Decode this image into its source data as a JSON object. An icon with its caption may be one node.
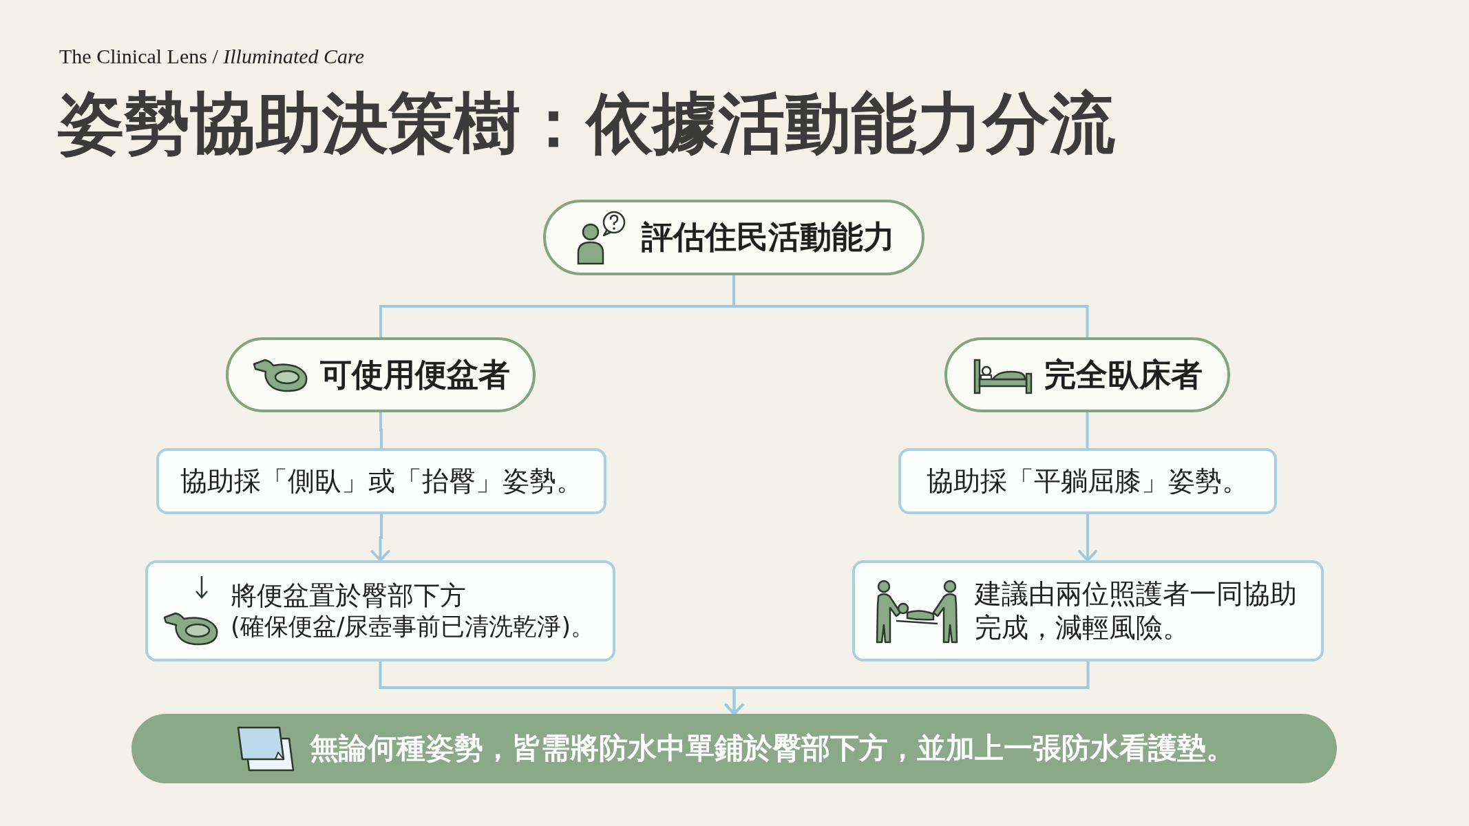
{
  "diagram": {
    "title": "姿勢協助決策樹：依據活動能力分流",
    "nodes": [
      {
        "text": [
          "評估住民活動能力"
        ]
      },
      {
        "text": [
          "可使用便盆者"
        ]
      },
      {
        "text": [
          "完全臥床者"
        ]
      },
      {
        "text": [
          "協助採「側臥」或「抬臀」姿勢。"
        ]
      },
      {
        "text": [
          "協助採「平躺屈膝」姿勢。"
        ]
      },
      {
        "text": [
          "將便盆置於臀部下方",
          "(確保便盆/尿壺事前已清洗乾淨)。"
        ]
      },
      {
        "text": [
          "建議由兩位照護者一同協助完成，減輕風險。"
        ]
      },
      {
        "text": [
          "無論何種姿勢，皆需將防水中單鋪於臀部下方，並加上一張防水看護墊。"
        ]
      }
    ],
    "edges": [
      {
        "from": 0,
        "to": 1,
        "arrow": "none"
      },
      {
        "from": 0,
        "to": 2,
        "arrow": "none"
      },
      {
        "from": 1,
        "to": 3,
        "arrow": "none"
      },
      {
        "from": 2,
        "to": 4,
        "arrow": "none"
      },
      {
        "from": 3,
        "to": 5,
        "arrow": "to"
      },
      {
        "from": 4,
        "to": 6,
        "arrow": "to"
      },
      {
        "from": 5,
        "to": 7,
        "arrow": "to"
      },
      {
        "from": 6,
        "to": 7,
        "arrow": "to"
      }
    ],
    "labels": [
      "The Clinical Lens / *Illuminated Care*"
    ]
  }
}
